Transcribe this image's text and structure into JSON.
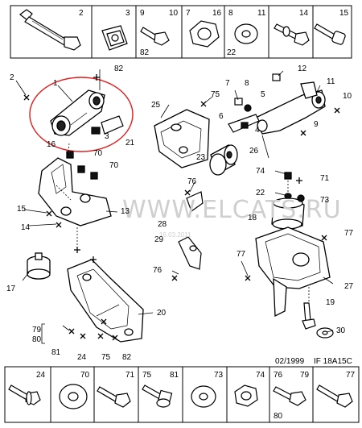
{
  "top_row": [
    {
      "label": "2"
    },
    {
      "label": "3"
    },
    {
      "label": "9",
      "extra": "10",
      "sub": "82"
    },
    {
      "label": "7",
      "extra": "16"
    },
    {
      "label": "8",
      "extra": "11",
      "sub": "22"
    },
    {
      "label": "14"
    },
    {
      "label": "15"
    }
  ],
  "bottom_row": [
    {
      "label": "24"
    },
    {
      "label": "70"
    },
    {
      "label": "71"
    },
    {
      "label": "75",
      "extra": "81"
    },
    {
      "label": "73"
    },
    {
      "label": "74"
    },
    {
      "label": "76",
      "extra": "79",
      "sub": "80"
    },
    {
      "label": "77"
    }
  ],
  "callouts": {
    "c1": "1",
    "c2": "2",
    "c82a": "82",
    "c3": "3",
    "c21": "21",
    "c16": "16",
    "c70a": "70",
    "c70b": "70",
    "c15": "15",
    "c14": "14",
    "c13": "13",
    "c17": "17",
    "c20": "20",
    "c79": "79",
    "c80": "80",
    "c81": "81",
    "c24": "24",
    "c75": "75",
    "c82b": "82",
    "c25": "25",
    "c75b": "75",
    "c76a": "76",
    "c28": "28",
    "c29": "29",
    "c76b": "76",
    "c23": "23",
    "c7": "7",
    "c8": "8",
    "c6": "6",
    "c5": "5",
    "c4": "4",
    "c12": "12",
    "c11": "11",
    "c10": "10",
    "c9": "9",
    "c26": "26",
    "c74": "74",
    "c71": "71",
    "c22": "22",
    "c73": "73",
    "c18": "18",
    "c77a": "77",
    "c77b": "77",
    "c27": "27",
    "c19": "19",
    "c30": "30"
  },
  "watermark": "WWW.ELCATS.RU",
  "watermark_date": "16.03.2011",
  "footer_date": "02/1999",
  "footer_ref": "IF 18A15C",
  "highlight_color": "#e21b1b"
}
